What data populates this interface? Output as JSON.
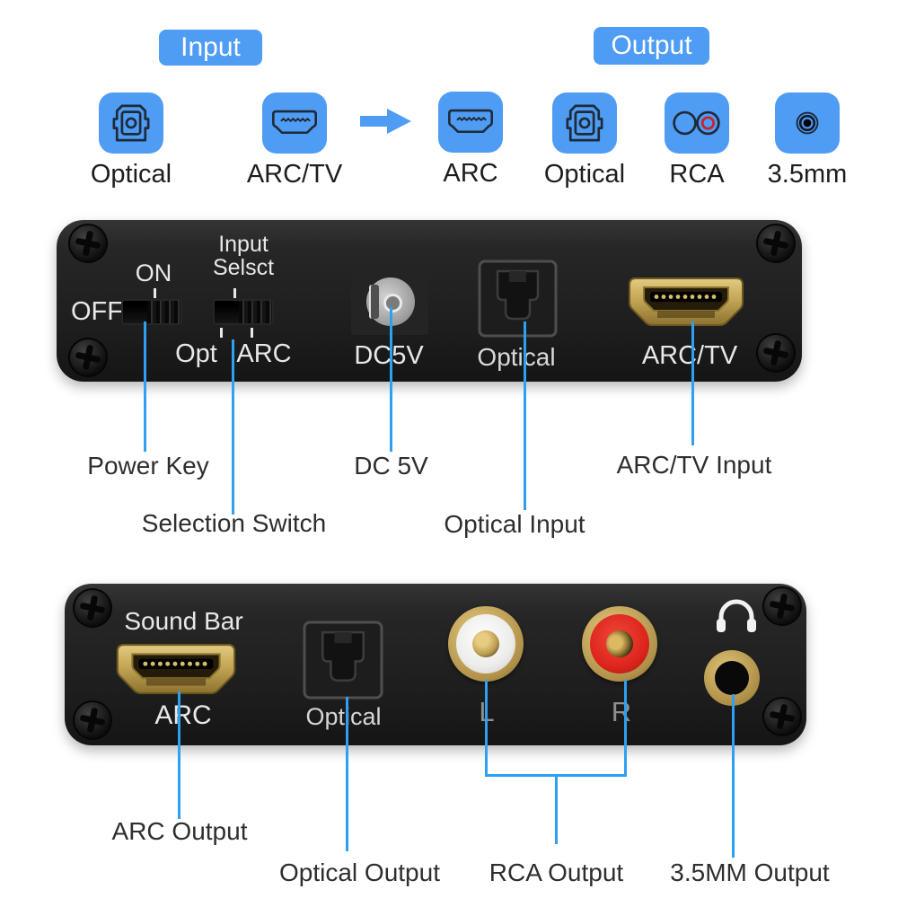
{
  "legend": {
    "input_badge": "Input",
    "output_badge": "Output",
    "items": [
      {
        "label": "Optical"
      },
      {
        "label": "ARC/TV"
      },
      {
        "label": "ARC"
      },
      {
        "label": "Optical"
      },
      {
        "label": "RCA"
      },
      {
        "label": "3.5mm"
      }
    ]
  },
  "top_device": {
    "off": "OFF",
    "on": "ON",
    "input_select_l1": "Input",
    "input_select_l2": "Selsct",
    "opt": "Opt",
    "arc": "ARC",
    "dc": "DC5V",
    "optical": "Optical",
    "hdmi": "ARC/TV"
  },
  "top_callouts": {
    "power": "Power Key",
    "selection": "Selection Switch",
    "dc": "DC 5V",
    "optical": "Optical Input",
    "arctv": "ARC/TV Input"
  },
  "bottom_device": {
    "sound_bar": "Sound Bar",
    "arc": "ARC",
    "optical": "Optical",
    "l": "L",
    "r": "R"
  },
  "bottom_callouts": {
    "arc": "ARC Output",
    "optical": "Optical Output",
    "rca": "RCA Output",
    "jack": "3.5MM Output"
  },
  "colors": {
    "accent_blue": "#4f9cf4",
    "line_blue": "#2f9ff2",
    "device_black": "#222222",
    "hdmi_gold": "#c9ad5f",
    "rca_red": "#e03024",
    "rca_white": "#f2f0ec"
  }
}
